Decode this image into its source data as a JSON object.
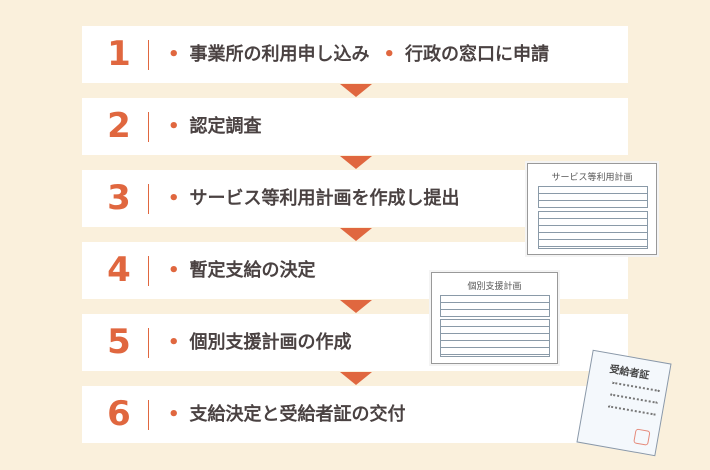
{
  "steps": [
    {
      "num": "1",
      "items": [
        "事業所の利用申し込み",
        "行政の窓口に申請"
      ]
    },
    {
      "num": "2",
      "items": [
        "認定調査"
      ]
    },
    {
      "num": "3",
      "items": [
        "サービス等利用計画を作成し提出"
      ]
    },
    {
      "num": "4",
      "items": [
        "暫定支給の決定"
      ]
    },
    {
      "num": "5",
      "items": [
        "個別支援計画の作成"
      ]
    },
    {
      "num": "6",
      "items": [
        "支給決定と受給者証の交付"
      ]
    }
  ],
  "documents": {
    "service_plan": "サービス等利用計画",
    "support_plan": "個別支援計画",
    "certificate": "受給者証"
  },
  "colors": {
    "accent": "#e0673f",
    "background": "#faf0dc"
  }
}
